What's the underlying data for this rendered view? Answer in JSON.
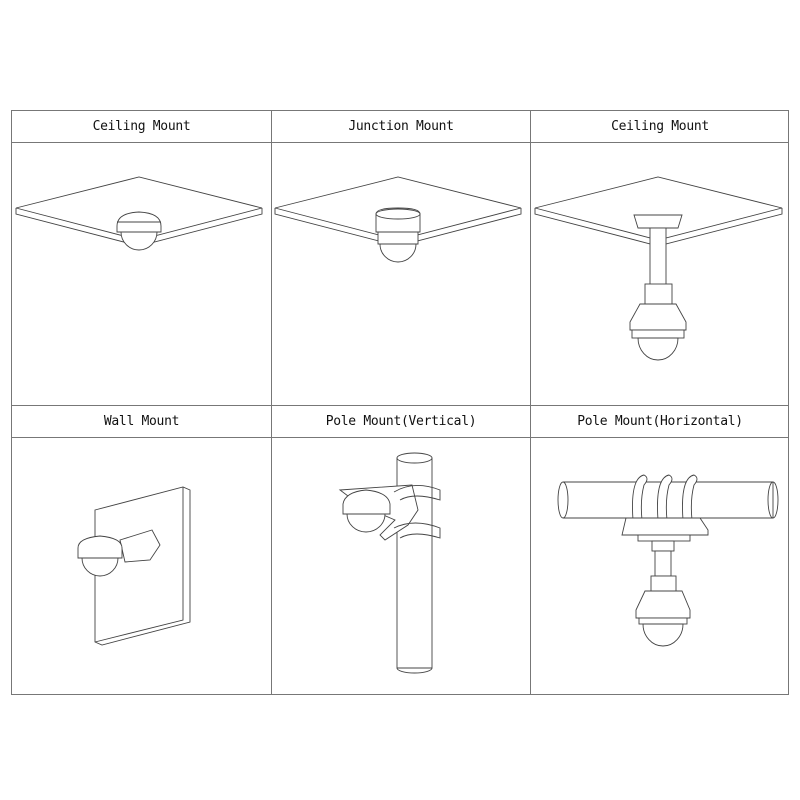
{
  "cells": [
    {
      "label": "Ceiling Mount"
    },
    {
      "label": "Junction Mount"
    },
    {
      "label": "Ceiling Mount"
    },
    {
      "label": "Wall Mount"
    },
    {
      "label": "Pole Mount(Vertical)"
    },
    {
      "label": "Pole Mount(Horizontal)"
    }
  ]
}
